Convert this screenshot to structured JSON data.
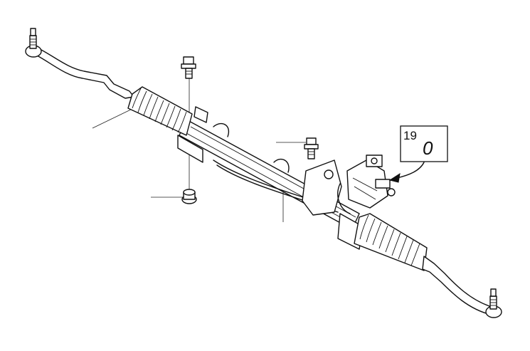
{
  "callout": {
    "number": "19",
    "variant": "0"
  },
  "colors": {
    "line": "#111111",
    "background": "#ffffff"
  },
  "icons": [
    "steering-rack-illustration",
    "tie-rod-end-icon",
    "bolt-icon",
    "nut-icon",
    "valve-housing-icon"
  ]
}
